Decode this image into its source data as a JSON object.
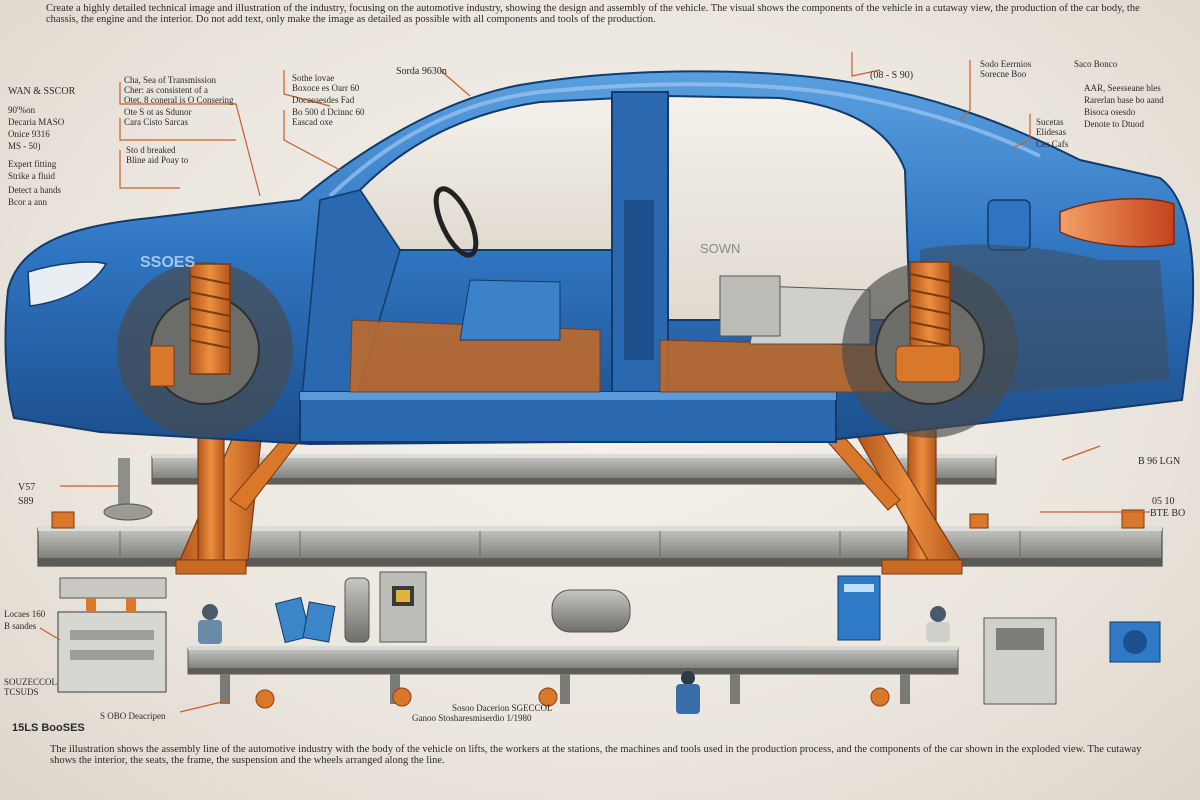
{
  "header_text": "Create a highly detailed technical image and illustration of the industry, focusing on the automotive industry, showing the design and assembly of the vehicle. The visual shows the components of the vehicle in a cutaway view, the production of the car body, the chassis, the engine and the interior. Do not add text, only make the image as detailed as possible with all components and tools of the production.",
  "footer_text": "The illustration shows the assembly line of the automotive industry with the body of the vehicle on lifts, the workers at the stations, the machines and tools used in the production process, and the components of the car shown in the exploded view. The cutaway shows the interior, the seats, the frame, the suspension and the wheels arranged along the line.",
  "labels": {
    "top_left_1": "WAN & SSCOR",
    "top_left_2": "90'%on",
    "top_left_3": "Decaria MASO",
    "top_left_4": "Onice 9316",
    "top_left_5": "MS - 50)",
    "left_mid_1": "Expert fitting",
    "left_mid_2": "Strike a fluid",
    "left_mid_3": "Detect a hands",
    "left_mid_4": "Bcor a ann",
    "callout_1a": "Cha, Sea of Transmission",
    "callout_1b": "Cher: as consistent of a",
    "callout_1c": "Otet. 8 coneral is O Consering",
    "callout_1d": "Ote S ot as Sdunor",
    "callout_1e": "Cara Cisto Sarcas",
    "callout_2a": "Sto d breaked",
    "callout_2b": "Bline aid Poay to",
    "callout_3a": "Sothe lovae",
    "callout_3b": "Boxoce es Oarr 60",
    "callout_3c": "Docaeaesdes Fad",
    "callout_3d": "Bo 500 d Dcinnc 60",
    "callout_3e": "Eascad oxe",
    "callout_4": "Sorda 9630n",
    "callout_5": "(08 - S 90)",
    "callout_6a": "Sucetas",
    "callout_6b": "Elidesas",
    "callout_6c": "Ces Cafs",
    "right_1a": "Sodo Eerrnios",
    "right_1b": "Sorecne Boo",
    "right_1c": "Saco Bonco",
    "right_2a": "AAR, Seesseane bles",
    "right_2b": "Rarerlan base bo aand",
    "right_2c": "Bisoca osesdo",
    "right_2d": "Denote to Dtuod",
    "right_3": "B 96 LGN",
    "right_4": "05 10",
    "right_5": "BTE BO",
    "left_low_1": "V57",
    "left_low_2": "S89",
    "left_low_3": "Locaes 160",
    "left_low_4": "B sandes",
    "left_low_5": "SOUZECCOL",
    "left_low_6": "TCSUDS",
    "left_low_7": "S OBO Deacripen",
    "big_label": "15LS BooSES",
    "bottom_cap_1": "Ganoo Stosharesmiserdio 1/1980",
    "bottom_cap_2": "Sosoo Dacerion SGECCOL",
    "door_badge": "SSOES",
    "inner_badge": "SOWN"
  },
  "colors": {
    "body_blue": "#2f74c0",
    "body_blue_dark": "#1c4f8c",
    "orange": "#d9782b",
    "steel": "#9a9a96",
    "steel_dark": "#6e6e6a",
    "background": "#ece8e1",
    "callout_line": "#c9602a"
  }
}
